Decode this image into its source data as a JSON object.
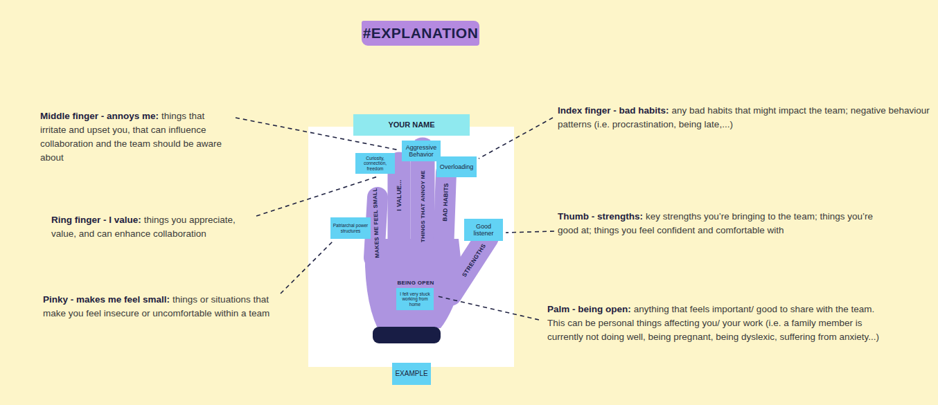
{
  "diagram": {
    "title": "#EXPLANATION",
    "nodes": [
      {
        "text": [
          "YOUR NAME"
        ]
      },
      {
        "text": [
          "Aggressive Behavior"
        ]
      },
      {
        "text": [
          "Curiosity, connection, freedom"
        ]
      },
      {
        "text": [
          "Overloading"
        ]
      },
      {
        "text": [
          "Patriarchal power structures"
        ]
      },
      {
        "text": [
          "Good listener"
        ]
      },
      {
        "text": [
          "I felt very stuck working from home"
        ]
      },
      {
        "text": [
          "EXAMPLE"
        ]
      }
    ],
    "labels": [
      "Middle finger - annoys me:",
      "things that irritate and upset you, that can influence collaboration and the team should be aware about",
      "Index finger - bad habits:",
      "any bad habits that might impact the team; negative behaviour patterns (i.e. procrastination, being late,...)",
      "Ring finger - I value:",
      "things you appreciate, value, and can enhance collaboration",
      "Thumb - strengths:",
      "key strengths you’re bringing to the team; things you’re good at; things you feel confident and comfortable with",
      "Pinky - makes me feel small:",
      "things or situations that make you feel insecure or uncomfortable within a team",
      "Palm - being open:",
      "anything that feels important/ good to share with the team. This can be personal things affecting you/ your work (i.e. a family member is currently not doing well, being pregnant, being dyslexic, suffering from anxiety...)",
      "MAKES ME FEEL SMALL",
      "I VALUE...",
      "THINGS THAT ANNOY ME",
      "BAD HABITS",
      "STRENGTHS",
      "BEING OPEN"
    ]
  }
}
